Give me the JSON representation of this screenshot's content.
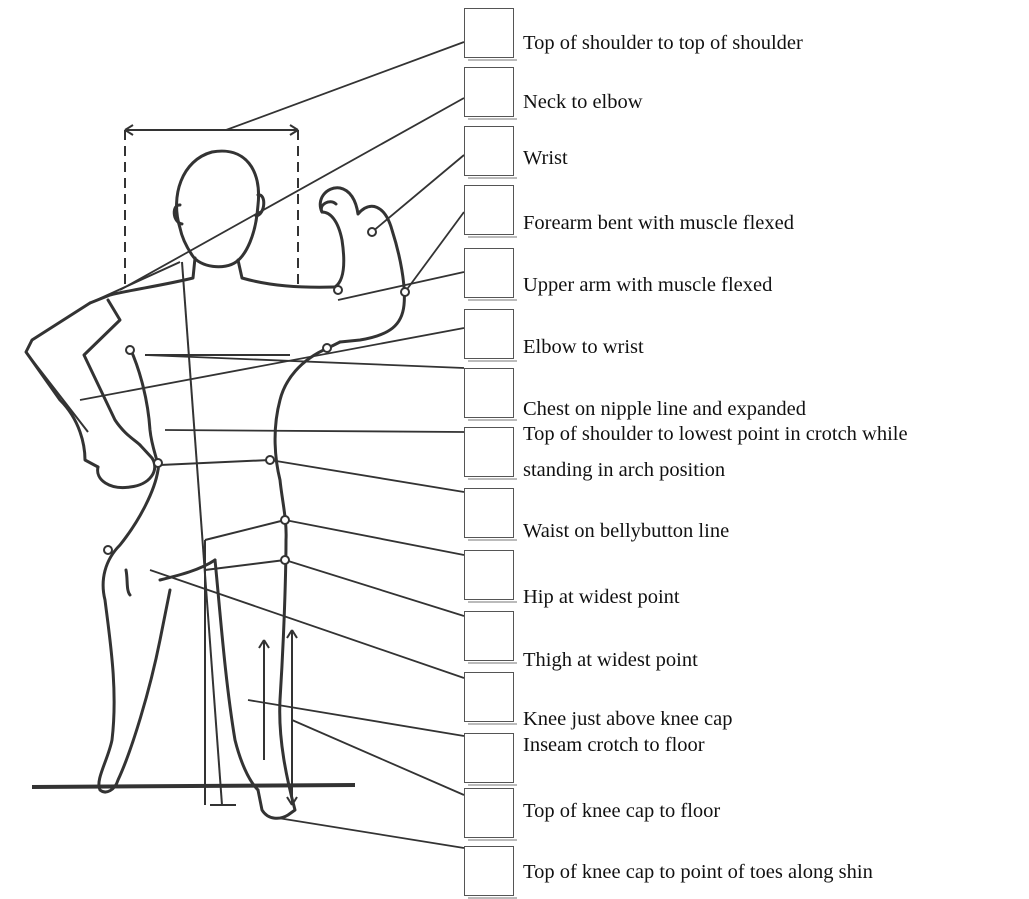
{
  "measurements": [
    {
      "label": "Top of shoulder to top of shoulder"
    },
    {
      "label": "Neck to elbow"
    },
    {
      "label": "Wrist"
    },
    {
      "label": "Forearm bent with muscle flexed"
    },
    {
      "label": "Upper arm with muscle flexed"
    },
    {
      "label": "Elbow to wrist"
    },
    {
      "label": "Chest on nipple line and expanded"
    },
    {
      "label": "Top of shoulder to lowest point in crotch while",
      "label_line2": "standing in arch  position"
    },
    {
      "label": "Waist on bellybutton line"
    },
    {
      "label": "Hip at widest point"
    },
    {
      "label": "Thigh at widest point"
    },
    {
      "label": "Knee just above knee cap"
    },
    {
      "label": "Inseam crotch to floor"
    },
    {
      "label": "Top of knee cap to floor"
    },
    {
      "label": "Top of knee cap to point of toes along shin"
    }
  ],
  "figure": {
    "icon": "human-body-figure-icon",
    "line_color": "#333333"
  }
}
